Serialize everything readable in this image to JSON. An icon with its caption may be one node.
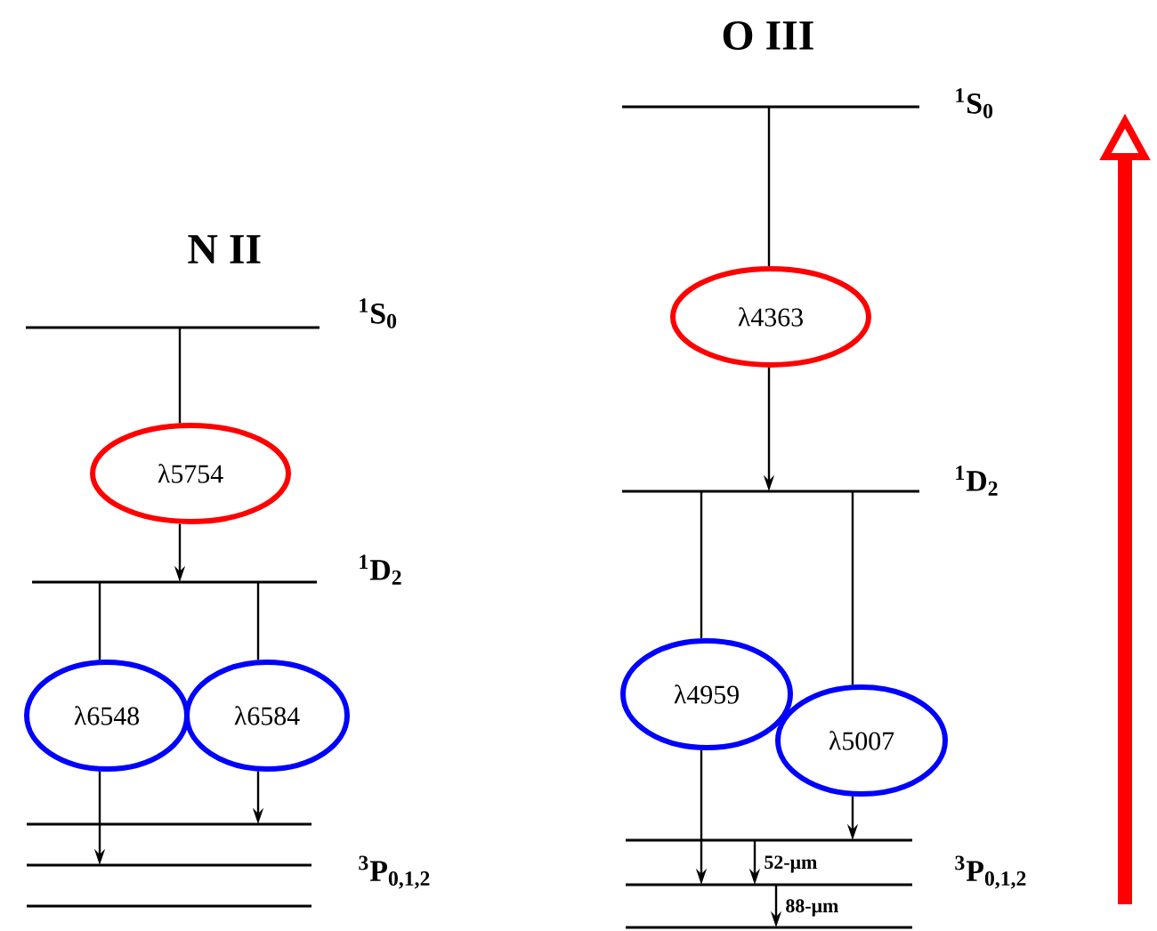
{
  "diagram": {
    "nodes": [
      {
        "text": [],
        "shape": "bar",
        "beside": [
          "$^{1}$S$_{0}$"
        ]
      },
      {
        "text": [
          "λ5754"
        ]
      },
      {
        "text": [],
        "shape": "bar",
        "beside": [
          "$^{1}$D$_{2}$"
        ]
      },
      {
        "text": [
          "λ6548"
        ]
      },
      {
        "text": [
          "λ6584"
        ]
      },
      {
        "text": [],
        "shape": "bar"
      },
      {
        "text": [],
        "shape": "bar",
        "beside": [
          "$^{3}$P$_{0,1,2}$"
        ]
      },
      {
        "text": [],
        "shape": "bar"
      },
      {
        "text": [],
        "shape": "bar",
        "beside": [
          "$^{1}$S$_{0}$"
        ]
      },
      {
        "text": [
          "λ4363"
        ]
      },
      {
        "text": [],
        "shape": "bar",
        "beside": [
          "$^{1}$D$_{2}$"
        ]
      },
      {
        "text": [
          "λ4959"
        ]
      },
      {
        "text": [
          "λ5007"
        ]
      },
      {
        "text": [],
        "shape": "bar"
      },
      {
        "text": [],
        "shape": "bar",
        "beside": [
          "$^{3}$P$_{0,1,2}$"
        ]
      },
      {
        "text": [],
        "shape": "bar"
      }
    ],
    "edges": [
      {
        "from": 0,
        "to": 1,
        "arrow": "none"
      },
      {
        "from": 1,
        "to": 2,
        "arrow": "to"
      },
      {
        "from": 2,
        "to": 3,
        "arrow": "none"
      },
      {
        "from": 3,
        "to": 6,
        "arrow": "to"
      },
      {
        "from": 2,
        "to": 4,
        "arrow": "none"
      },
      {
        "from": 4,
        "to": 5,
        "arrow": "to"
      },
      {
        "from": 8,
        "to": 9,
        "arrow": "none"
      },
      {
        "from": 9,
        "to": 10,
        "arrow": "to"
      },
      {
        "from": 10,
        "to": 11,
        "arrow": "none"
      },
      {
        "from": 11,
        "to": 14,
        "arrow": "to"
      },
      {
        "from": 10,
        "to": 12,
        "arrow": "none"
      },
      {
        "from": 12,
        "to": 13,
        "arrow": "to"
      },
      {
        "from": 13,
        "to": 14,
        "arrow": "to",
        "label": "52-μm"
      },
      {
        "from": 14,
        "to": 15,
        "arrow": "to",
        "label": "88-μm"
      }
    ],
    "labels": [
      "O III",
      "N II"
    ]
  }
}
